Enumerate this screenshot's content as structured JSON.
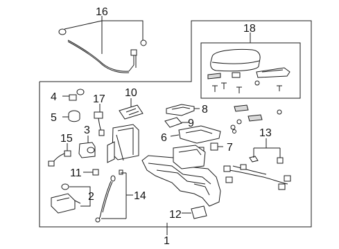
{
  "callouts": {
    "c1": "1",
    "c2": "2",
    "c3": "3",
    "c4": "4",
    "c5": "5",
    "c6": "6",
    "c7": "7",
    "c8": "8",
    "c9": "9",
    "c10": "10",
    "c11": "11",
    "c12": "12",
    "c13": "13",
    "c14": "14",
    "c15": "15",
    "c16": "16",
    "c17": "17",
    "c18": "18"
  },
  "colors": {
    "ink": "#1a1a1a",
    "background": "#ffffff",
    "shade": "#d9d9d9"
  }
}
